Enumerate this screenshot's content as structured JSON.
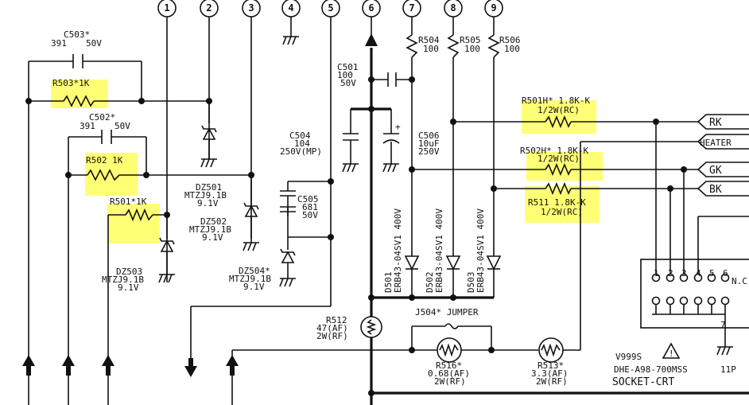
{
  "pins": [
    "1",
    "2",
    "3",
    "4",
    "5",
    "6",
    "7",
    "8",
    "9"
  ],
  "caps": {
    "c503": [
      "C503*",
      "391",
      "50V"
    ],
    "c502": [
      "C502*",
      "391",
      "50V"
    ],
    "c501": [
      "C501",
      "100",
      "50V"
    ],
    "c504": [
      "C504",
      "104",
      "250V(MP)"
    ],
    "c505": [
      "C505",
      "681",
      "50V"
    ],
    "c506": [
      "C506",
      "10uF",
      "250V"
    ]
  },
  "resistors": {
    "r503": "R503*1K",
    "r502": "R502 1K",
    "r501": "R501*1K",
    "r504": [
      "R504",
      "100"
    ],
    "r505": [
      "R505",
      "100"
    ],
    "r506": [
      "R506",
      "100"
    ],
    "r501h": [
      "R501H* 1.8K-K",
      "1/2W(RC)"
    ],
    "r502h": [
      "R502H* 1.8K-K",
      "1/2W(RC)"
    ],
    "r511": [
      "R511  1.8K-K",
      "1/2W(RC)"
    ],
    "r512": [
      "R512",
      "47(AF)",
      "2W(RF)"
    ],
    "r516": [
      "R516*",
      "0.68(AF)",
      "2W(RF)"
    ],
    "r513": [
      "R513*",
      "3.3(AF)",
      "2W(RF)"
    ]
  },
  "zeners": {
    "dz501": [
      "DZ501",
      "MTZJ9.1B",
      "9.1V"
    ],
    "dz502": [
      "DZ502",
      "MTZJ9.1B",
      "9.1V"
    ],
    "dz503": [
      "DZ503",
      "MTZJ9.1B",
      "9.1V"
    ],
    "dz504": [
      "DZ504*",
      "MTZJ9.1B",
      "9.1V"
    ]
  },
  "diodes": {
    "d501": [
      "D501",
      "ERB43-04SV1 400V"
    ],
    "d502": [
      "D502",
      "ERB43-04SV1 400V"
    ],
    "d503": [
      "D503",
      "ERB43-04SV1 400V"
    ]
  },
  "jumper": "J504* JUMPER",
  "connectors": [
    "RK",
    "HEATER",
    "GK",
    "BK"
  ],
  "socket": {
    "pins": [
      "1",
      "2",
      "3",
      "4",
      "5",
      "6"
    ],
    "nc": "N.C",
    "pin7": "7",
    "ref": "V999S",
    "part": "DHE-A98-700MSS",
    "pins_count": "11P",
    "name": "SOCKET-CRT"
  }
}
